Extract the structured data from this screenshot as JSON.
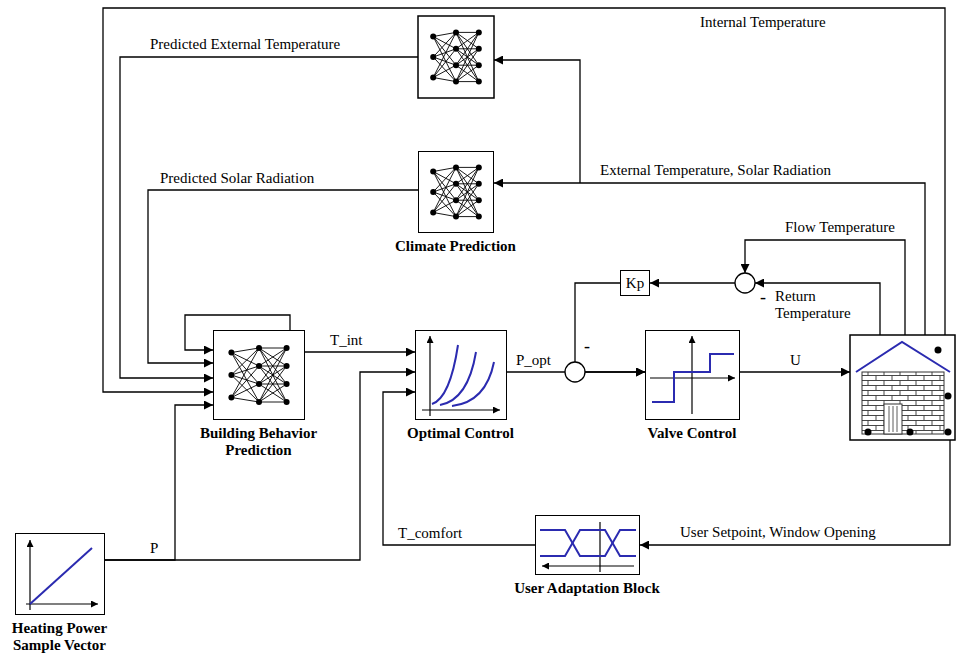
{
  "diagram": {
    "nodes": [
      {
        "text": [
          "Climate Prediction"
        ]
      },
      {
        "text": [
          "Kp"
        ]
      },
      {
        "text": [
          "Building Behavior Prediction"
        ]
      },
      {
        "text": [
          "Optimal Control"
        ]
      },
      {
        "text": [
          "Valve Control"
        ]
      },
      {
        "text": [
          "Heating Power Sample Vector"
        ]
      },
      {
        "text": [
          "User Adaptation Block"
        ]
      }
    ],
    "edges": [
      {
        "from": 0,
        "to": 2,
        "label": "Predicted Solar Radiation",
        "arrow": "to"
      },
      {
        "from": 2,
        "to": 2,
        "arrow": "to"
      },
      {
        "from": 5,
        "to": 2,
        "label": "P",
        "arrow": "to"
      },
      {
        "from": 5,
        "to": 3,
        "arrow": "to"
      },
      {
        "from": 2,
        "to": 3,
        "label": "T_int",
        "arrow": "to"
      },
      {
        "from": 6,
        "to": 3,
        "label": "T_comfort",
        "arrow": "to"
      },
      {
        "from": 3,
        "to": 4,
        "label": "P_opt",
        "arrow": "to"
      },
      {
        "from": 1,
        "to": 4,
        "arrow": "to"
      }
    ],
    "labels": [
      "Internal Temperature",
      "Predicted External Temperature",
      "External Temperature, Solar Radiation",
      "Flow Temperature",
      "Return Temperature",
      "-",
      "-",
      "U",
      "User Setpoint, Window Opening"
    ]
  }
}
